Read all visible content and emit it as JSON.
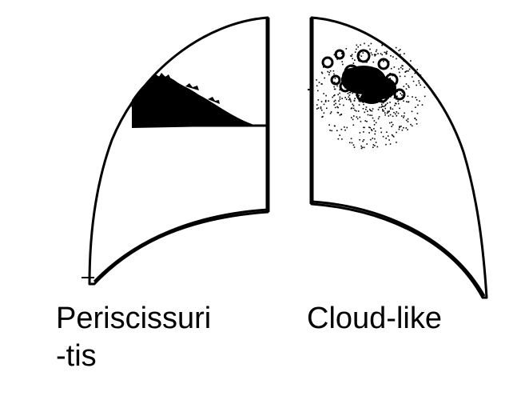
{
  "figure": {
    "left_lung": {
      "pattern": "dense wedge-shaped opacity bordered by fissure line",
      "caption_line1": "Periscissuri",
      "caption_line2": "-tis"
    },
    "right_lung": {
      "pattern": "cloud-like clustered nodular opacity with scattered stippling",
      "caption": "Cloud-like"
    },
    "colors": {
      "ink": "#000000",
      "background": "#ffffff"
    }
  }
}
